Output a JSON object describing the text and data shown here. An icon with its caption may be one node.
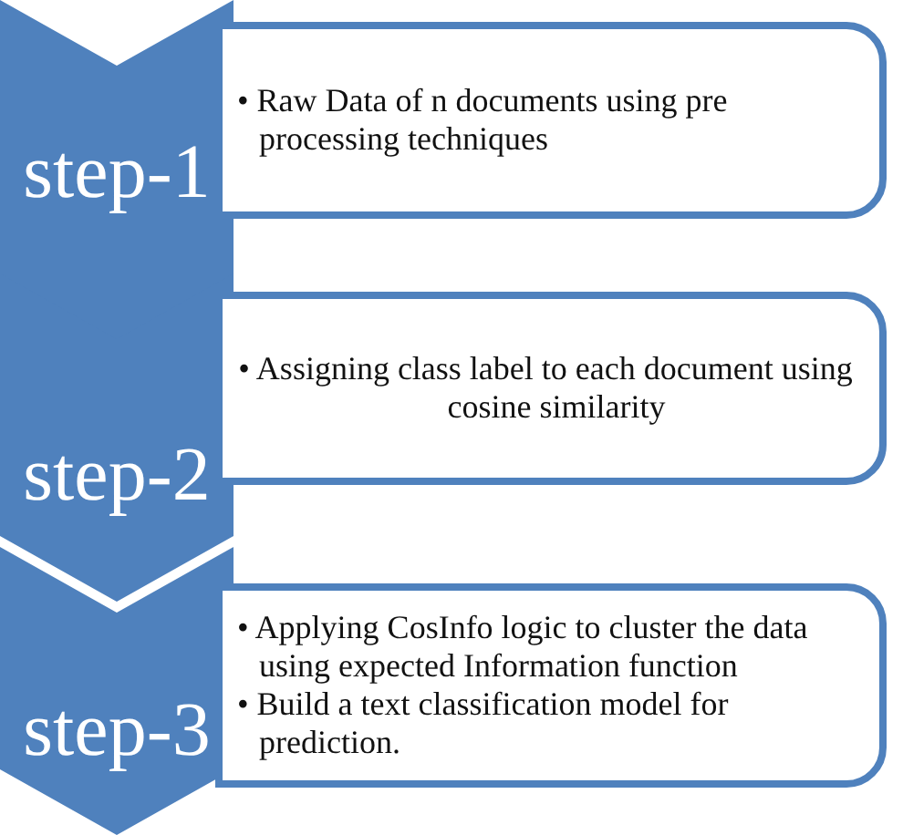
{
  "diagram": {
    "nodes": [
      {
        "text": [
          "step-1"
        ]
      },
      {
        "text": [
          "• Raw Data of n documents using pre processing techniques"
        ]
      },
      {
        "text": [
          "step-2"
        ]
      },
      {
        "text": [
          "• Assigning class label to each document using cosine similarity"
        ]
      },
      {
        "text": [
          "step-3"
        ]
      },
      {
        "text": [
          "• Applying CosInfo logic to cluster the data using expected Information function",
          "• Build a text classification model for prediction."
        ]
      }
    ]
  }
}
